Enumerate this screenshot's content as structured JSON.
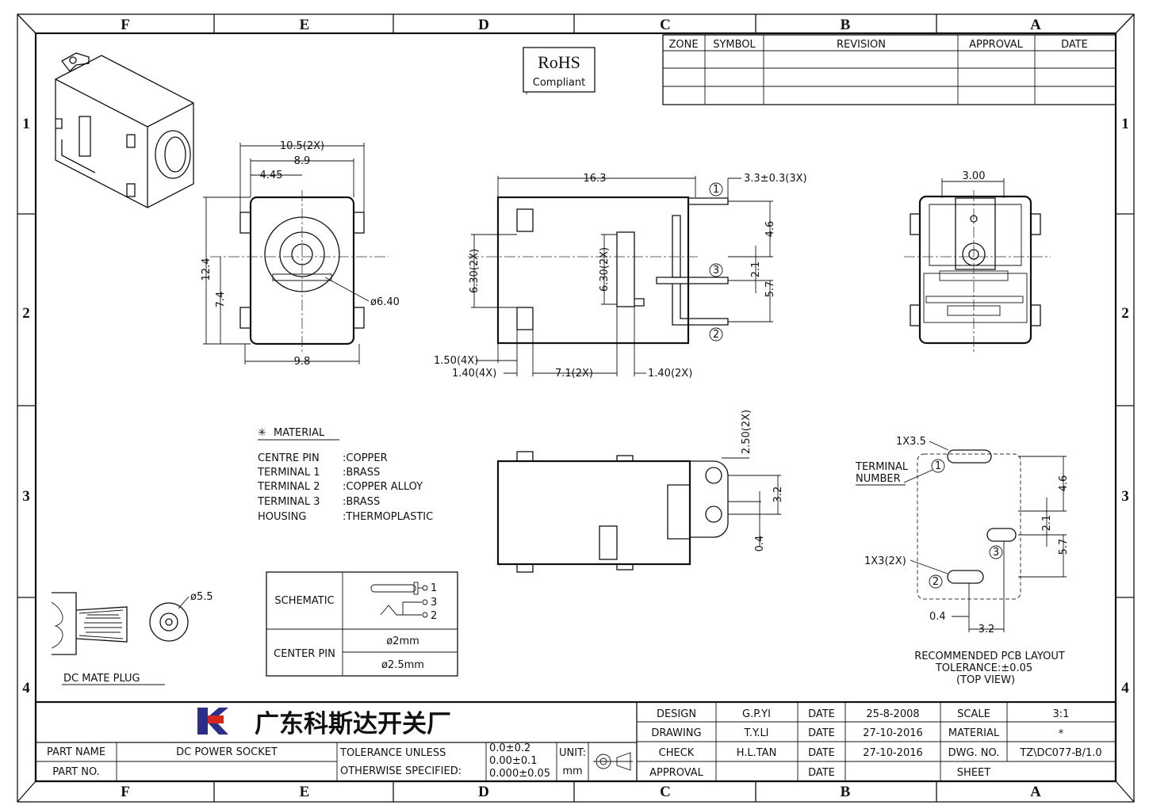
{
  "frame": {
    "columns_top": [
      "F",
      "E",
      "D",
      "C",
      "B",
      "A"
    ],
    "columns_bottom": [
      "F",
      "E",
      "D",
      "C",
      "B",
      "A"
    ],
    "rows_left": [
      "1",
      "2",
      "3",
      "4"
    ],
    "rows_right": [
      "1",
      "2",
      "3",
      "4"
    ]
  },
  "rohs": {
    "line1": "RoHS",
    "line2": "Compliant"
  },
  "revision_table": {
    "headers": [
      "ZONE",
      "SYMBOL",
      "REVISION",
      "APPROVAL",
      "DATE"
    ]
  },
  "front_view": {
    "d1": "10.5(2X)",
    "d2": "8.9",
    "d3": "4.45",
    "d4": "12.4",
    "d5": "7.4",
    "d6": "ø6.40",
    "d7": "9.8"
  },
  "side_view": {
    "len": "16.3",
    "pin": "3.3±0.3(3X)",
    "h1": "6.30(2X)",
    "h2": "6.30(2X)",
    "p1": "1.50(4X)",
    "p2": "1.40(4X)",
    "p3": "7.1(2X)",
    "p4": "1.40(2X)",
    "v1": "4.6",
    "v2": "2.1",
    "v3": "5.7",
    "n1": "1",
    "n2": "3",
    "n3": "2"
  },
  "rear_view": {
    "w": "3.00"
  },
  "bottom_view": {
    "a": "2.50(2X)",
    "b": "3.2",
    "c": "0.4"
  },
  "material": {
    "title": "MATERIAL",
    "items": [
      {
        "name": "CENTRE PIN",
        "value": ":COPPER"
      },
      {
        "name": "TERMINAL 1",
        "value": ":BRASS"
      },
      {
        "name": "TERMINAL 2",
        "value": ":COPPER ALLOY"
      },
      {
        "name": "TERMINAL 3",
        "value": ":BRASS"
      },
      {
        "name": "HOUSING",
        "value": ":THERMOPLASTIC"
      }
    ]
  },
  "schematic_table": {
    "schematic_label": "SCHEMATIC",
    "center_pin_label": "CENTER PIN",
    "pins": [
      "1",
      "3",
      "2"
    ],
    "sizes": [
      "ø2mm",
      "ø2.5mm"
    ]
  },
  "plug": {
    "dia": "ø5.5",
    "label": "DC MATE PLUG"
  },
  "pcb": {
    "slot1": "1X3.5",
    "terminal": "TERMINAL",
    "number": "NUMBER",
    "slot2": "1X3(2X)",
    "v1": "4.6",
    "v2": "2.1",
    "v3": "5.7",
    "h1": "0.4",
    "h2": "3.2",
    "n1": "1",
    "n2": "2",
    "n3": "3",
    "caption1": "RECOMMENDED PCB LAYOUT",
    "caption2": "TOLERANCE:±0.05",
    "caption3": "(TOP VIEW)"
  },
  "title_block": {
    "company": "广东科斯达开关厂",
    "part_name_label": "PART NAME",
    "part_name": "DC POWER SOCKET",
    "part_no_label": "PART NO.",
    "tol_label1": "TOLERANCE UNLESS",
    "tol_label2": "OTHERWISE SPECIFIED:",
    "tol1": "0.0±0.2",
    "tol2": "0.00±0.1",
    "tol3": "0.000±0.05",
    "unit_label": "UNIT:",
    "unit": "mm",
    "design_label": "DESIGN",
    "design": "G.P.YI",
    "design_date": "25-8-2008",
    "drawing_label": "DRAWING",
    "drawing": "T.Y.LI",
    "drawing_date": "27-10-2016",
    "check_label": "CHECK",
    "check": "H.L.TAN",
    "check_date": "27-10-2016",
    "approval_label": "APPROVAL",
    "date_label": "DATE",
    "scale_label": "SCALE",
    "scale": "3:1",
    "material_label": "MATERIAL",
    "material": "*",
    "dwg_label": "DWG. NO.",
    "dwg": "TZ\\DC077-B/1.0",
    "sheet_label": "SHEET"
  }
}
